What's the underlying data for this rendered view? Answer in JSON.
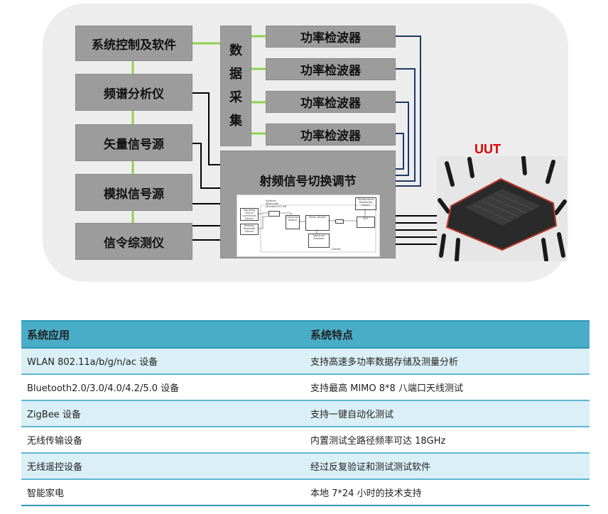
{
  "diagram": {
    "left_boxes": [
      "系统控制及软件",
      "频谱分析仪",
      "矢量信号源",
      "模拟信号源",
      "信令综测仪"
    ],
    "daq_chars": [
      "数",
      "据",
      "采",
      "集"
    ],
    "power_detectors": [
      "功率检波器",
      "功率检波器",
      "功率检波器",
      "功率检波器"
    ],
    "rf_switch_label": "射频信号切换调节",
    "uut_label": "UUT",
    "inset_labels": {
      "signaling": "Signaling Unit or Connection Device",
      "wireless": "Wireless Bluetooth Device",
      "isolation": "Isolation attenuator structure 4*1 dB",
      "combiner": "Combiner Device",
      "power_divider": "Power Divider",
      "spectrum": "Spectrum Analyzer",
      "perf": "Performance Monitoring Device",
      "dut": "DUT",
      "cabinet": "Cabinet"
    },
    "colors": {
      "box": "#9c9c9c",
      "green_wire": "#8fd14f",
      "navy_wire": "#1f3864",
      "black_wire": "#000000",
      "uut": "#e00000"
    }
  },
  "table": {
    "headers": [
      "系统应用",
      "系统特点"
    ],
    "rows": [
      [
        "WLAN 802.11a/b/g/n/ac 设备",
        "支持高速多功率数据存储及测量分析"
      ],
      [
        "Bluetooth2.0/3.0/4.0/4.2/5.0 设备",
        "支持最高 MIMO 8*8  八端口天线测试"
      ],
      [
        "ZigBee 设备",
        "支持一键自动化测试"
      ],
      [
        "无线传输设备",
        "内置测试全路径频率可达 18GHz"
      ],
      [
        "无线遥控设备",
        "经过反复验证和测试测试软件"
      ],
      [
        "智能家电",
        "本地 7*24 小时的技术支持"
      ]
    ],
    "colors": {
      "header": "#4aadc8",
      "alt_row": "#daeff6",
      "rule": "#5db8d2"
    }
  }
}
